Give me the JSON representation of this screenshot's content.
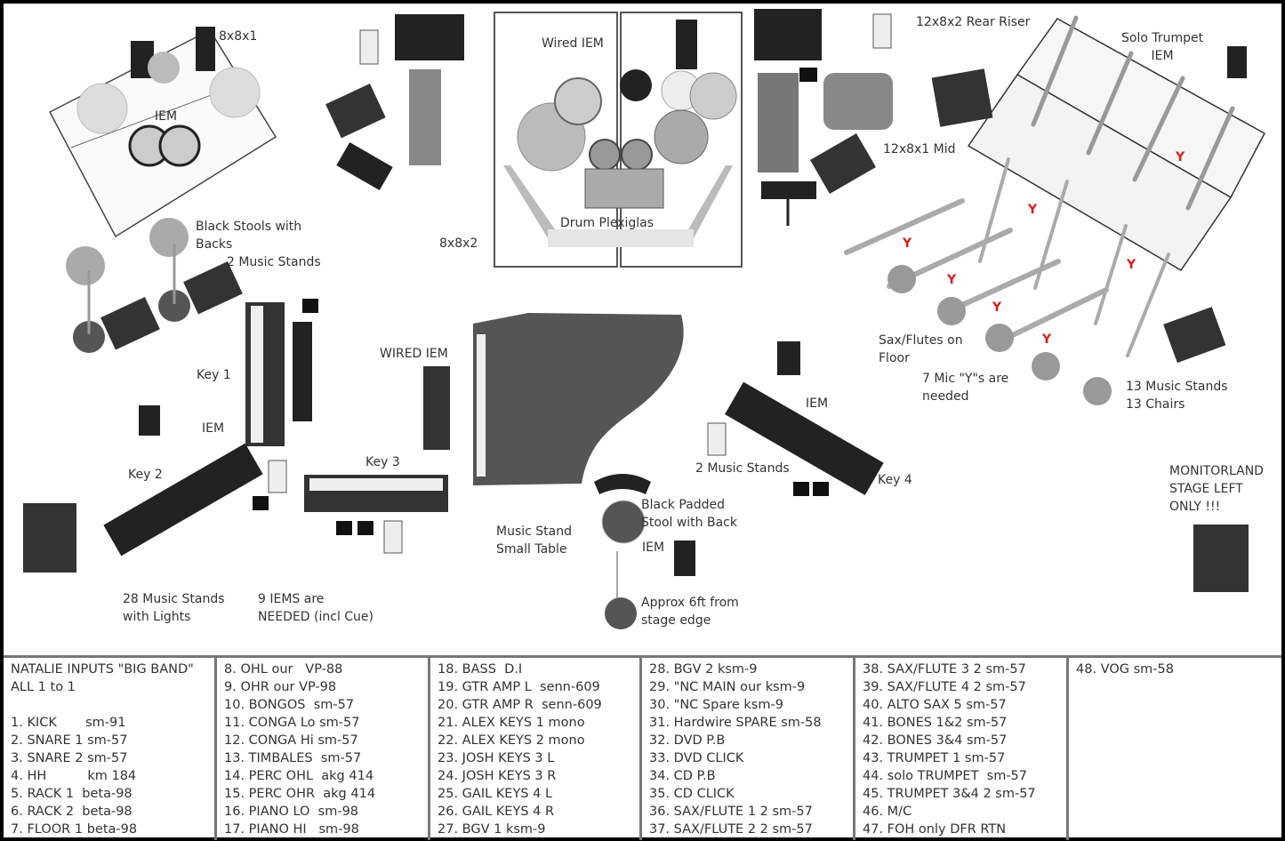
{
  "title": "NATALIE INPUTS \"BIG BAND\"",
  "subtitle": "ALL 1 to 1",
  "stage_labels": {
    "riser_8x8x1": "8x8x1",
    "iem_perc": "IEM",
    "black_stools": "Black Stools with\nBacks",
    "two_music_stands_left": "2 Music Stands",
    "wired_iem_drums": "Wired IEM",
    "drum_plexiglas": "Drum Plexiglas",
    "riser_8x8x2": "8x8x2",
    "rear_riser": "12x8x2 Rear Riser",
    "solo_trumpet_iem": "Solo Trumpet\nIEM",
    "mid_riser": "12x8x1 Mid",
    "key1": "Key 1",
    "iem_key1": "IEM",
    "key2": "Key 2",
    "key3": "Key 3",
    "wired_iem_piano": "WIRED IEM",
    "key4": "Key 4",
    "iem_key4": "IEM",
    "two_music_stands_right": "2 Music Stands",
    "sax_flutes": "Sax/Flutes on\nFloor",
    "mic_ys": "7 Mic \"Y\"s are\nneeded",
    "horns_stands": "13 Music Stands\n13 Chairs",
    "monitorland": "MONITORLAND\nSTAGE LEFT\nONLY !!!",
    "music_stand_table": "Music Stand\nSmall Table",
    "padded_stool": "Black Padded\nStool with Back",
    "iem_vocal": "IEM",
    "approx_6ft": "Approx 6ft from\nstage edge",
    "music_stands_lights": "28 Music Stands\nwith Lights",
    "iems_needed": "9 IEMS are\nNEEDED (incl Cue)",
    "mic_y_marker": "Y"
  },
  "colors": {
    "mic_y": "#d62020",
    "border": "#777777",
    "text": "#333333"
  },
  "input_columns": [
    [
      "8. OHL our   VP-88",
      "9. OHR our VP-98",
      "10. BONGOS  sm-57",
      "11. CONGA Lo sm-57",
      "12. CONGA Hi sm-57",
      "13. TIMBALES  sm-57",
      "14. PERC OHL  akg 414",
      "15. PERC OHR  akg 414",
      "16. PIANO LO  sm-98",
      "17. PIANO HI   sm-98"
    ],
    [
      "18. BASS  D.I",
      "19. GTR AMP L  senn-609",
      "20. GTR AMP R  senn-609",
      "21. ALEX KEYS 1 mono",
      "22. ALEX KEYS 2 mono",
      "23. JOSH KEYS 3 L",
      "24. JOSH KEYS 3 R",
      "25. GAIL KEYS 4 L",
      "26. GAIL KEYS 4 R",
      "27. BGV 1 ksm-9"
    ],
    [
      "28. BGV 2 ksm-9",
      "29. \"NC MAIN our ksm-9",
      "30. \"NC Spare ksm-9",
      "31. Hardwire SPARE sm-58",
      "32. DVD P.B",
      "33. DVD CLICK",
      "34. CD P.B",
      "35. CD CLICK",
      "36. SAX/FLUTE 1 2 sm-57",
      "37. SAX/FLUTE 2 2 sm-57"
    ],
    [
      "38. SAX/FLUTE 3 2 sm-57",
      "39. SAX/FLUTE 4 2 sm-57",
      "40. ALTO SAX 5 sm-57",
      "41. BONES 1&2 sm-57",
      "42. BONES 3&4 sm-57",
      "43. TRUMPET 1 sm-57",
      "44. solo TRUMPET  sm-57",
      "45. TRUMPET 3&4 2 sm-57",
      "46. M/C",
      "47. FOH only DFR RTN"
    ],
    [
      "48. VOG sm-58"
    ]
  ],
  "first_column_inputs": [
    "1. KICK       sm-91",
    "2. SNARE 1 sm-57",
    "3. SNARE 2 sm-57",
    "4. HH          km 184",
    "5. RACK 1  beta-98",
    "6. RACK 2  beta-98",
    "7. FLOOR 1 beta-98"
  ]
}
